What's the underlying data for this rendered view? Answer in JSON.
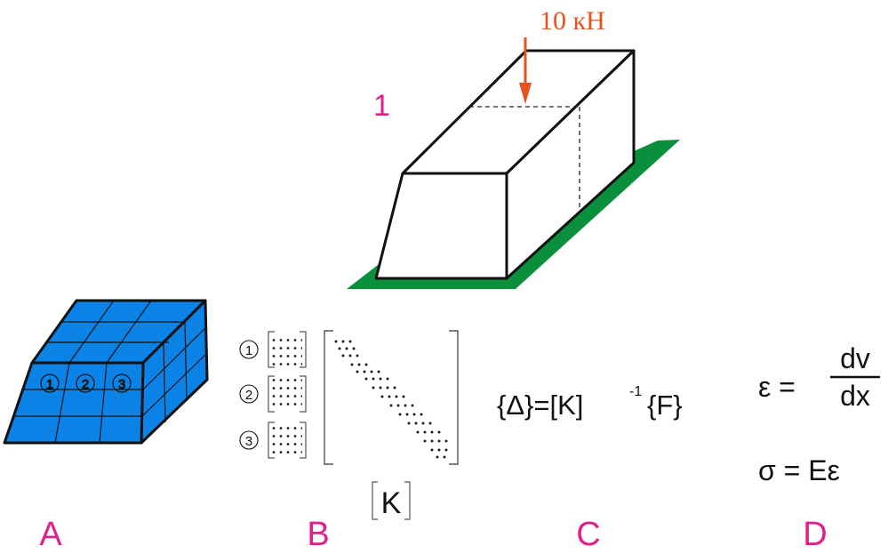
{
  "load": {
    "label": "10 кН",
    "color": "#e8501e"
  },
  "part_number": {
    "label": "1",
    "color": "#e0218a"
  },
  "colors": {
    "ground": "#0a8f3c",
    "mesh": "#0a82e6",
    "step_label": "#e0218a"
  },
  "steps": [
    {
      "letter": "A"
    },
    {
      "letter": "B"
    },
    {
      "letter": "C"
    },
    {
      "letter": "D"
    }
  ],
  "mesh": {
    "element_numbers": [
      "1",
      "2",
      "3"
    ]
  },
  "matrix": {
    "row_labels": [
      "1",
      "2",
      "3"
    ],
    "global_label": "K"
  },
  "solution": {
    "lhs": "{Δ}=[K]",
    "exponent": "-1",
    "rhs": "{F}"
  },
  "equations": {
    "strain": {
      "lhs": "ε =",
      "numerator": "dv",
      "denominator": "dx"
    },
    "stress": "σ = Eε"
  }
}
